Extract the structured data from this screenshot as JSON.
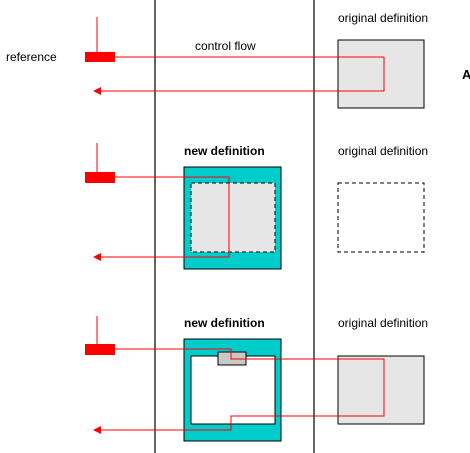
{
  "labels": {
    "reference": "reference",
    "control_flow": "control flow",
    "new_definition": "new definition",
    "original_definition": "original definition",
    "edge_letter": "A"
  },
  "colors": {
    "flow_red": "#ff0000",
    "reference_red": "#ff0000",
    "new_definition_fill": "#00cccc",
    "original_definition_fill": "#e6e6e6",
    "divider": "#000000"
  },
  "rows": [
    {
      "name": "row-1",
      "new_definition_shown": false,
      "original_definition_style": "solid"
    },
    {
      "name": "row-2",
      "new_definition_shown": true,
      "original_definition_style": "dashed"
    },
    {
      "name": "row-3",
      "new_definition_shown": true,
      "original_definition_style": "solid"
    }
  ]
}
